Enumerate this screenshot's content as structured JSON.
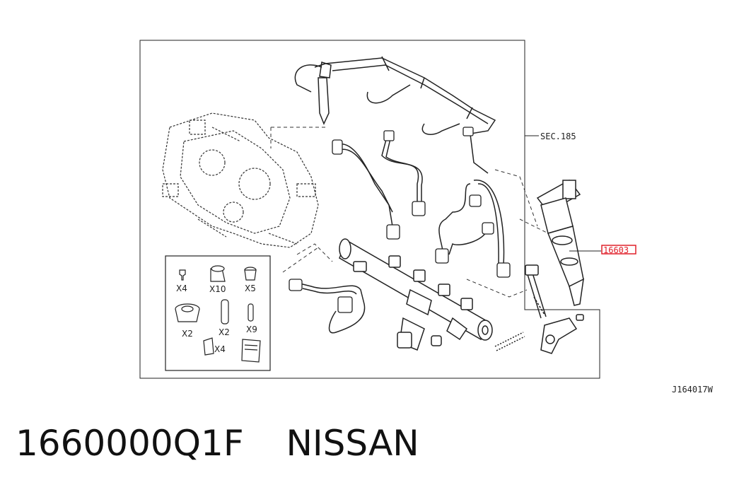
{
  "diagram": {
    "sec_label": "SEC.185",
    "part_callout": "16603",
    "image_code": "J164017W",
    "kit_labels": {
      "a": "X4",
      "b": "X10",
      "c": "X5",
      "d": "X2",
      "e": "X2",
      "f": "X9",
      "g": "X4"
    }
  },
  "caption": {
    "part_number": "1660000Q1F",
    "brand": "NISSAN"
  },
  "colors": {
    "highlight": "#e0202a",
    "line": "#222222"
  }
}
